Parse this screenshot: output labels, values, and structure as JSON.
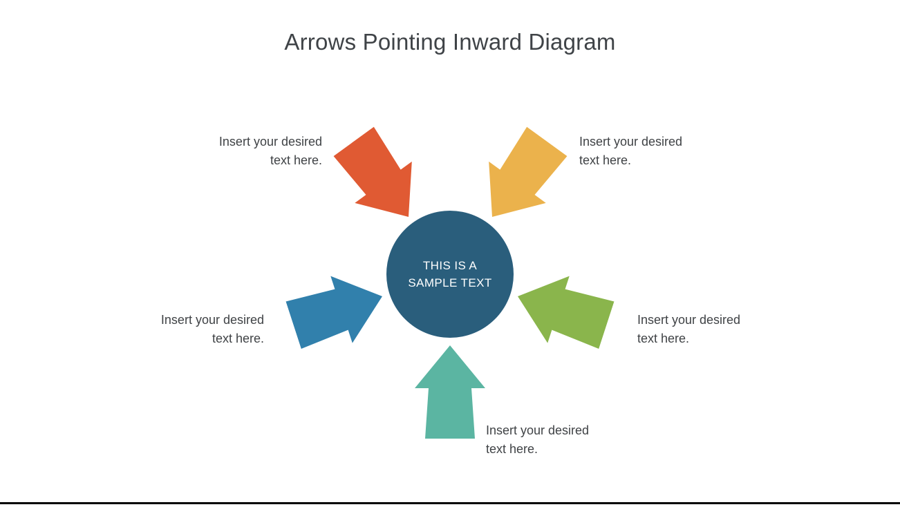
{
  "page": {
    "title": "Arrows Pointing Inward Diagram"
  },
  "diagram": {
    "center": {
      "line1": "THIS IS A",
      "line2": "SAMPLE TEXT",
      "color": "#2A5E7C",
      "text_color": "#FFFFFF"
    },
    "arrows": [
      {
        "id": "top-left",
        "direction": "points-down-right-to-center",
        "color": "#E05A33"
      },
      {
        "id": "top-right",
        "direction": "points-down-left-to-center",
        "color": "#EBB24C"
      },
      {
        "id": "left",
        "direction": "points-right-to-center",
        "color": "#3180AC"
      },
      {
        "id": "right",
        "direction": "points-left-to-center",
        "color": "#8AB54C"
      },
      {
        "id": "bottom",
        "direction": "points-up-to-center",
        "color": "#5BB5A2"
      }
    ],
    "labels": [
      {
        "position": "top-left",
        "line1": "Insert your desired",
        "line2": "text here."
      },
      {
        "position": "top-right",
        "line1": "Insert your desired",
        "line2": "text here."
      },
      {
        "position": "mid-left",
        "line1": "Insert your desired",
        "line2": "text here."
      },
      {
        "position": "mid-right",
        "line1": "Insert your desired",
        "line2": "text here."
      },
      {
        "position": "bottom",
        "line1": "Insert your desired",
        "line2": "text here."
      }
    ]
  },
  "footer": {
    "divider_color": "#000000"
  }
}
